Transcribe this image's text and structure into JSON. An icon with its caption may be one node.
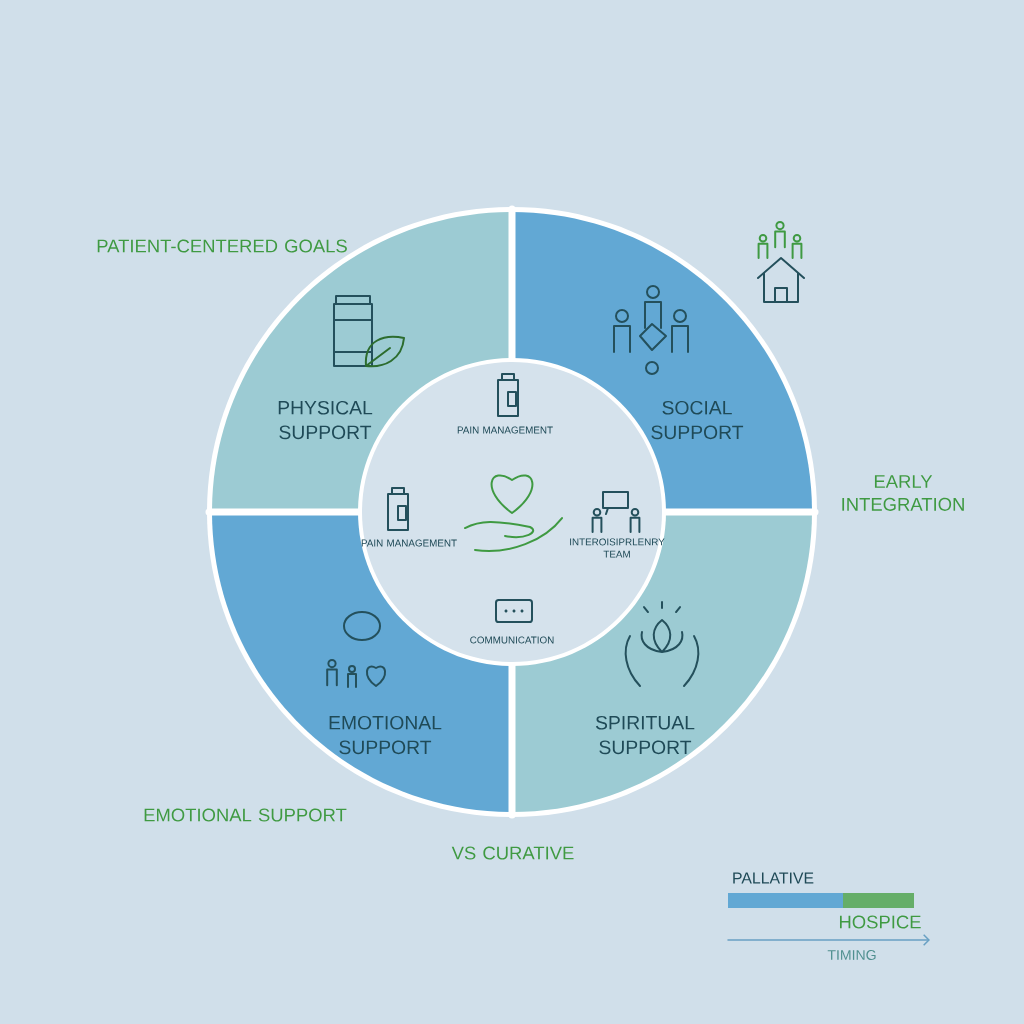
{
  "diagram": {
    "nodes": [
      {
        "text": [
          "PHYSICAL SUPPORT"
        ]
      },
      {
        "text": [
          "SOCIAL SUPPORT"
        ]
      },
      {
        "text": [
          "PAIN MANAGEMENT",
          "PAIN MANAGEMENT",
          "INTEROISIPRLENRY TEAM",
          "COMMUNICATION"
        ]
      },
      {
        "text": [
          "EMOTIONAL SUPPORT"
        ]
      },
      {
        "text": [
          "SPIRITUAL SUPPORT"
        ]
      }
    ],
    "labels": [
      "PATIENT-CENTERED GOALS",
      "EARLY INTEGRATION",
      "EMOTIONAL SUPPORT",
      "VS CURATIVE",
      "PALLATIVE",
      "HOSPICE",
      "TIMING"
    ]
  }
}
